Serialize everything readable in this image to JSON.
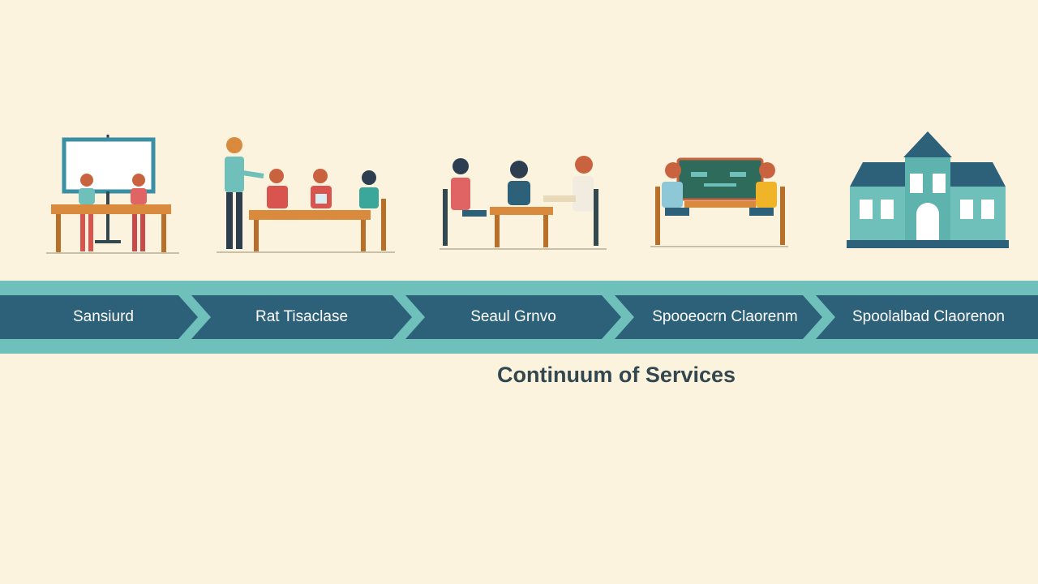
{
  "steps": [
    {
      "label": "Sansiurd",
      "scene_icon": "classroom-whiteboard-illustration"
    },
    {
      "label": "Rat Tisaclase",
      "scene_icon": "teacher-group-table-illustration"
    },
    {
      "label": "Seaul Grnvo",
      "scene_icon": "small-group-meeting-illustration"
    },
    {
      "label": "Spooeocrn Claorenm",
      "scene_icon": "resource-room-screen-illustration"
    },
    {
      "label": "Spoolalbad Claorenon",
      "scene_icon": "school-building-illustration"
    }
  ],
  "caption": "Continuum of Services",
  "colors": {
    "background": "#fbf3dd",
    "band_light": "#6fbfba",
    "band_dark": "#2c6179",
    "caption_text": "#33474f"
  }
}
